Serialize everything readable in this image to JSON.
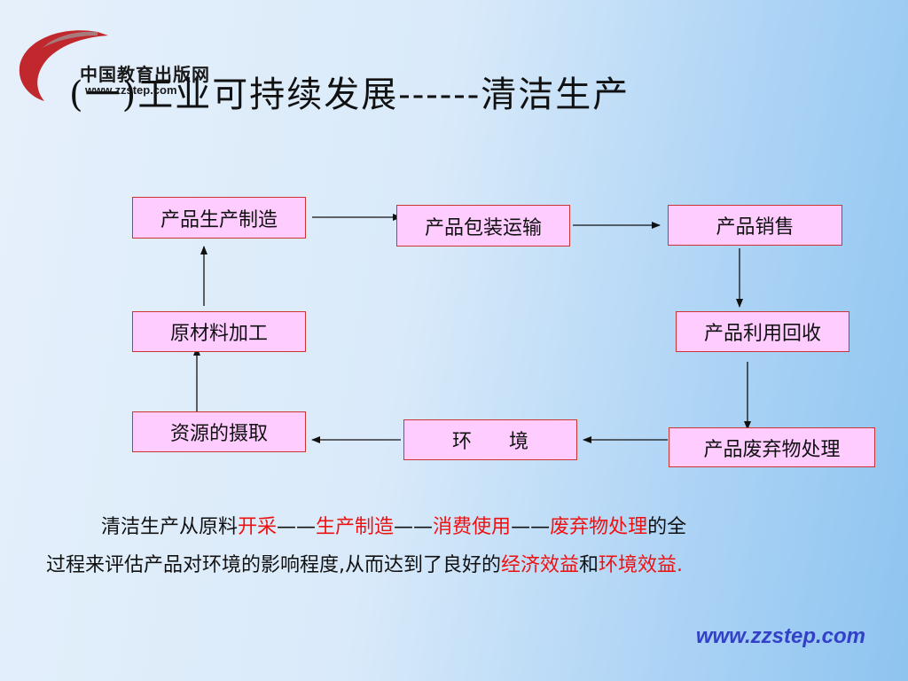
{
  "logo": {
    "name": "中国教育出版网",
    "url": "www.zzstep.com"
  },
  "title": "(一)工业可持续发展------清洁生产",
  "boxes": {
    "manufacture": "产品生产制造",
    "package": "产品包装运输",
    "sale": "产品销售",
    "raw": "原材料加工",
    "recycle": "产品利用回收",
    "resource": "资源的摄取",
    "environment": "环      境",
    "waste": "产品废弃物处理"
  },
  "paragraph": {
    "l1_a": "清洁生产从原料",
    "l1_b": "开采",
    "l1_c": "——",
    "l1_d": "生产制造",
    "l1_e": "——",
    "l1_f": "消费使用",
    "l1_g": "——",
    "l1_h": "废弃物处理",
    "l1_i": "的全",
    "l2_a": "过程来评估产品对环境的影响程度,从而达到了良好的",
    "l2_b": "经济效益",
    "l2_c": "和",
    "l2_d": "环境效益",
    "l2_e": "."
  },
  "footer": {
    "url": "www.zzstep.com"
  },
  "colors": {
    "box_fill": "#ffccff",
    "box_border": "#cc3333",
    "highlight": "#ee1111",
    "footer_url": "#3340c8",
    "logo_swoosh": "#c0282d"
  }
}
